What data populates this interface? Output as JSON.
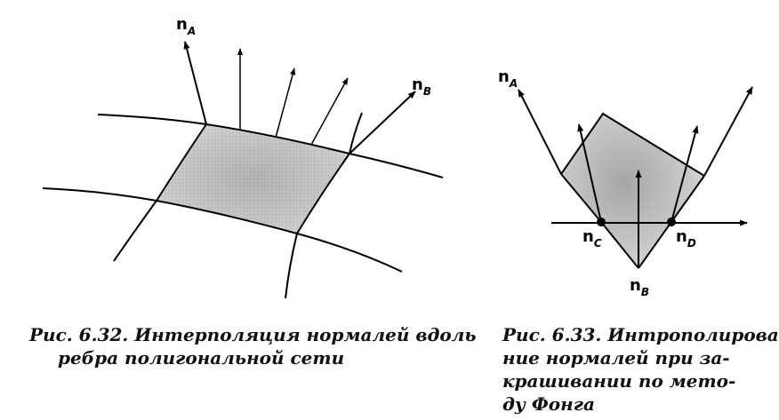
{
  "figure_left": {
    "labels": {
      "normal_a": "n",
      "normal_a_sub": "A",
      "normal_b": "n",
      "normal_b_sub": "B"
    },
    "caption": {
      "line1": "Рис. 6.32. Интерполяция нормалей вдоль",
      "line2": "ребра полигональной сети"
    }
  },
  "figure_right": {
    "labels": {
      "normal_a": "n",
      "normal_a_sub": "A",
      "normal_b": "n",
      "normal_b_sub": "B",
      "normal_c": "n",
      "normal_c_sub": "C",
      "normal_d": "n",
      "normal_d_sub": "D"
    },
    "caption": {
      "line1": "Рис. 6.33. Интрополирова-",
      "line2": "ние нормалей при за-",
      "line3": "крашивании по мето-",
      "line4": "ду Фонга"
    }
  },
  "colors": {
    "ink": "#000000",
    "shade": "#c9c9c9"
  }
}
